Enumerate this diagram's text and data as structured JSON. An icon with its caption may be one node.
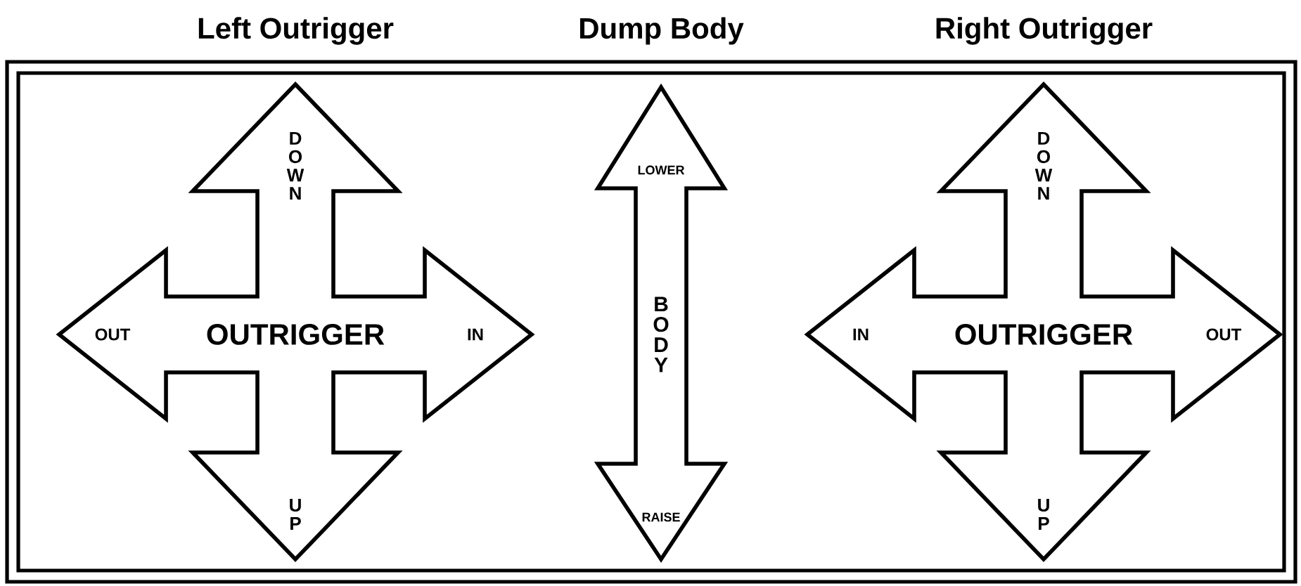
{
  "diagram": {
    "nodes": [
      {
        "text": [
          "DOWN",
          "OUT",
          "OUTRIGGER",
          "IN",
          "UP"
        ],
        "beside": [
          "Left Outrigger"
        ]
      },
      {
        "text": [
          "LOWER",
          "BODY",
          "RAISE"
        ],
        "beside": [
          "Dump Body"
        ]
      },
      {
        "text": [
          "DOWN",
          "IN",
          "OUTRIGGER",
          "OUT",
          "UP"
        ],
        "beside": [
          "Right Outrigger"
        ]
      }
    ]
  }
}
